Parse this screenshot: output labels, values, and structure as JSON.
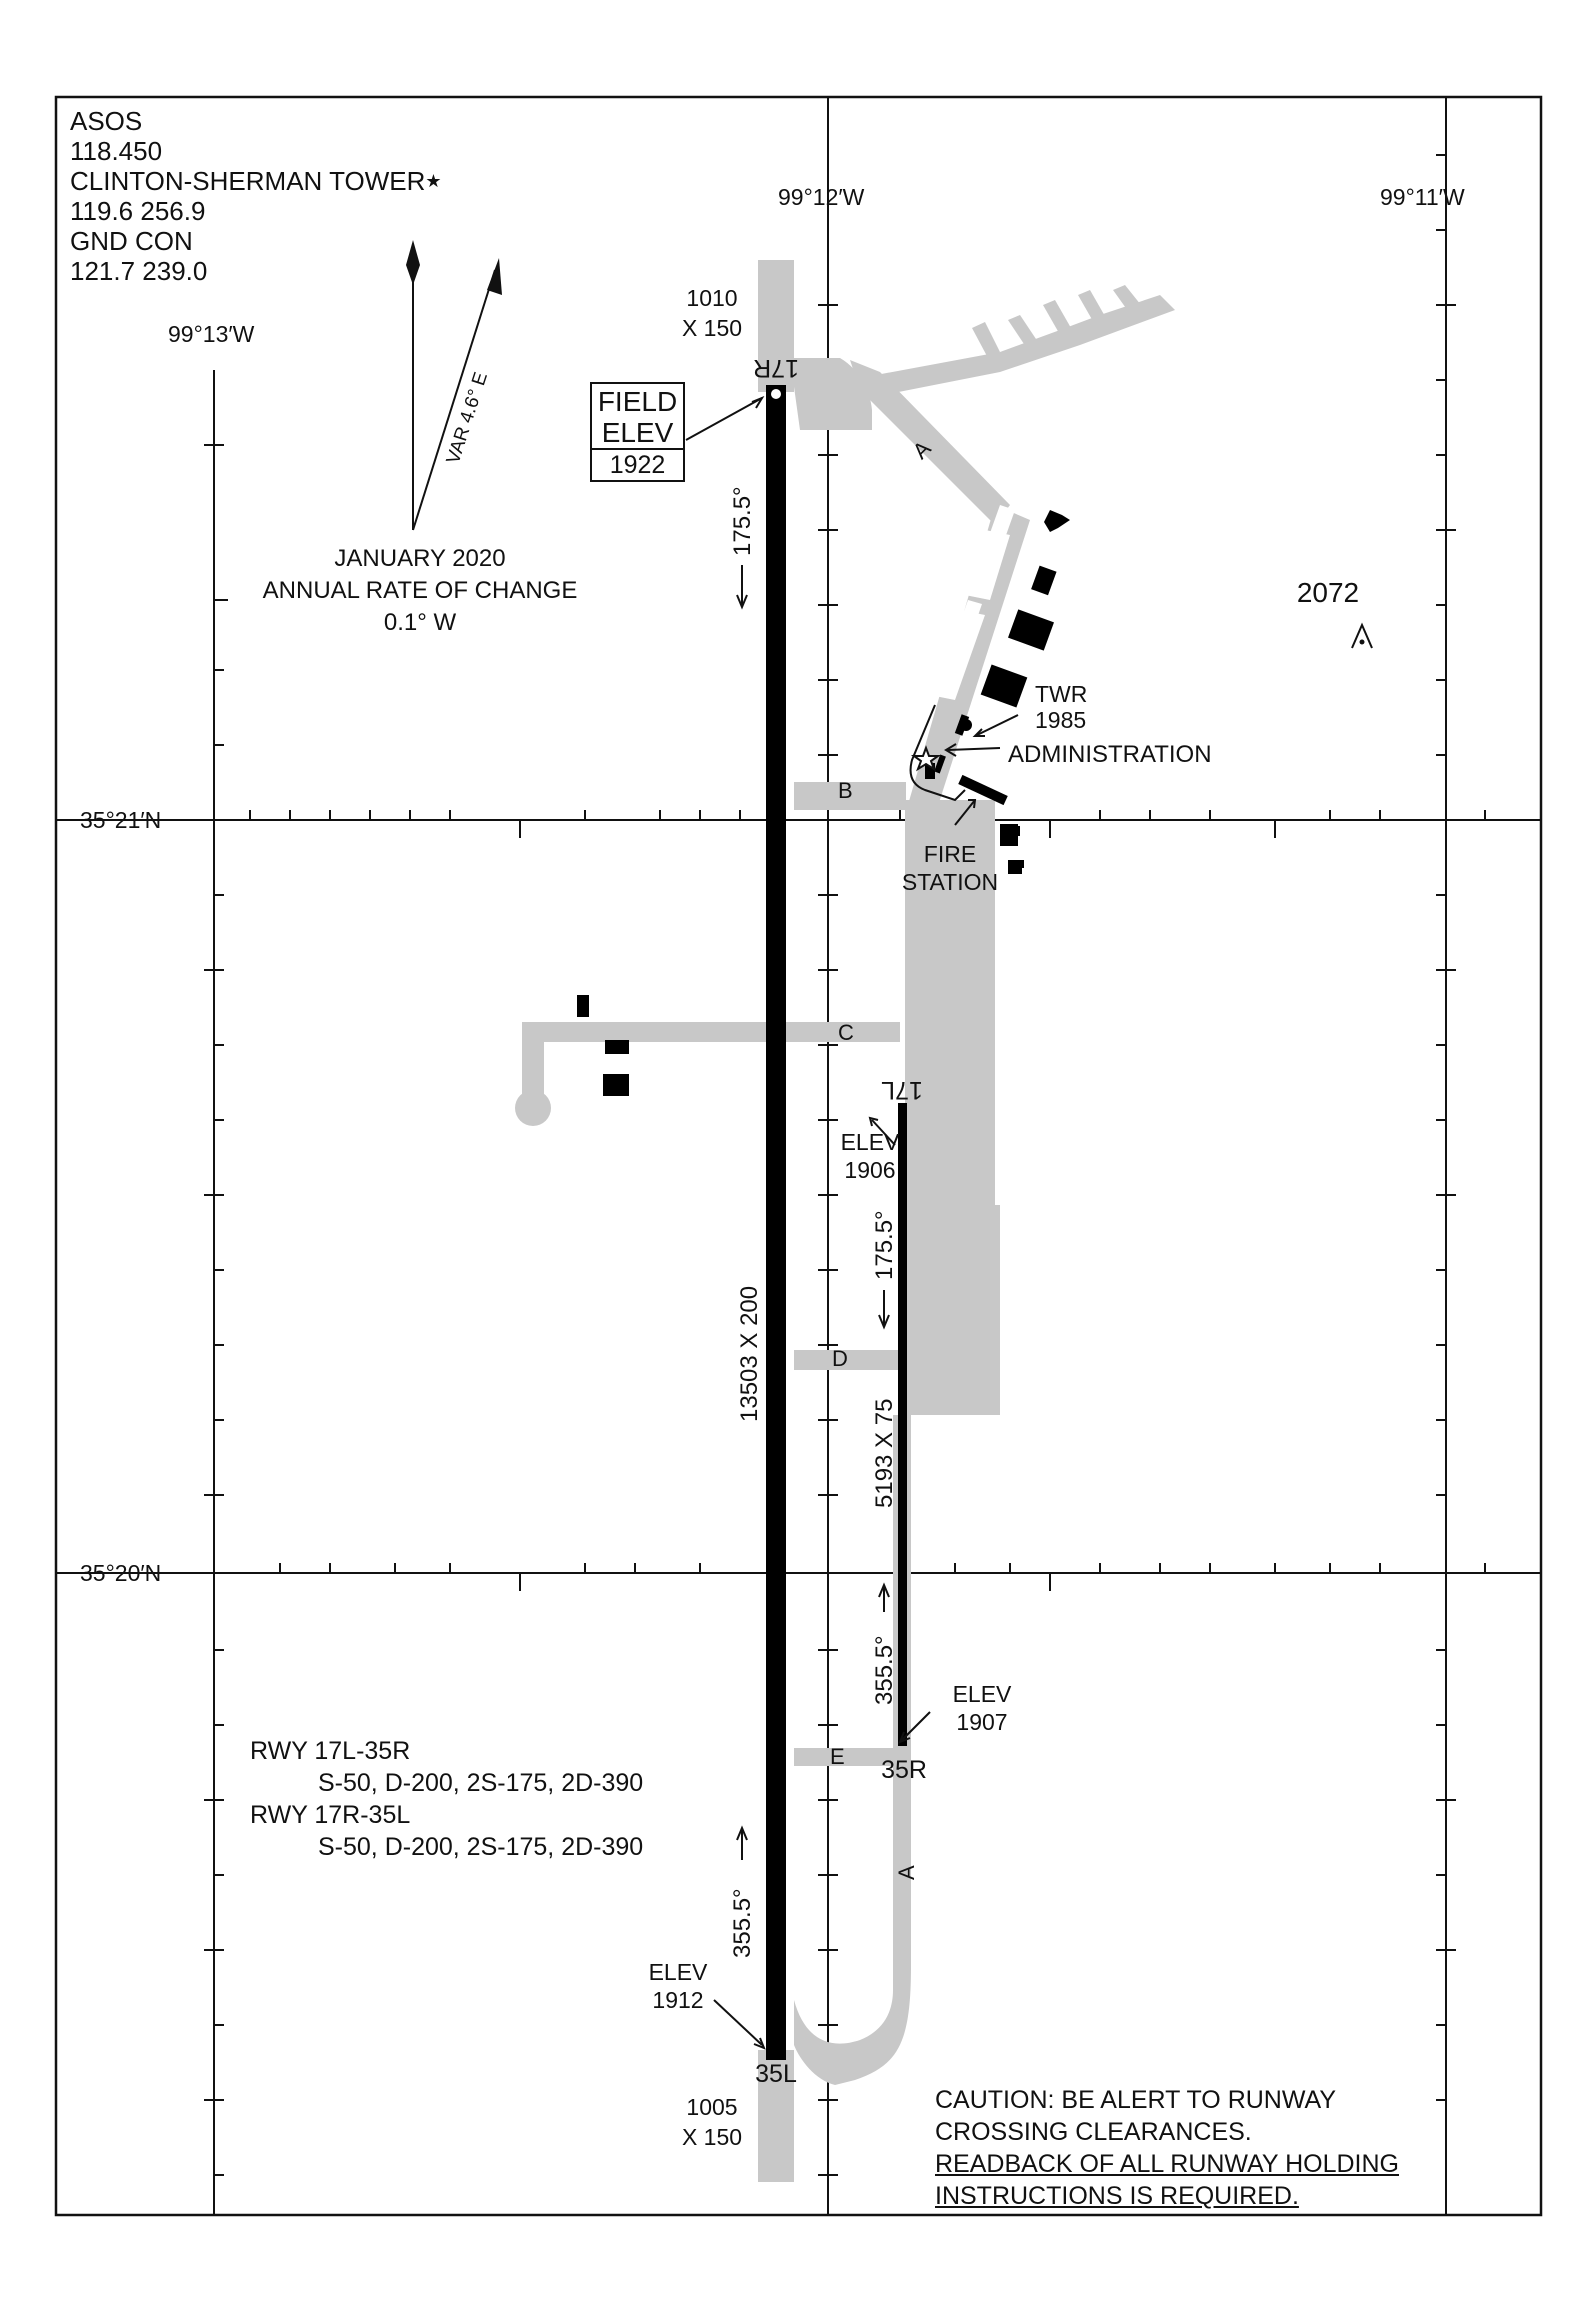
{
  "frequencies": {
    "asos_label": "ASOS",
    "asos_freq": "118.450",
    "tower_label": "CLINTON-SHERMAN TOWER",
    "tower_freq": "119.6  256.9",
    "gnd_label": "GND CON",
    "gnd_freq": "121.7  239.0"
  },
  "grid": {
    "lon_left": "99°13′W",
    "lon_mid": "99°12′W",
    "lon_right": "99°11′W",
    "lat_upper": "35°21′N",
    "lat_lower": "35°20′N"
  },
  "magnetic": {
    "var_label": "VAR 4.6° E",
    "date": "JANUARY 2020",
    "rate_title": "ANNUAL RATE OF CHANGE",
    "rate_value": "0.1° W"
  },
  "runway_17r_35l": {
    "north_end": "17R",
    "south_end": "35L",
    "dimensions": "13503 X 200",
    "heading_south": "175.5°",
    "heading_north": "355.5°",
    "overrun_north": "1010\nX 150",
    "overrun_north_1": "1010",
    "overrun_north_2": "X 150",
    "overrun_south_1": "1005",
    "overrun_south_2": "X 150",
    "field_elev_1": "FIELD",
    "field_elev_2": "ELEV",
    "field_elev_value": "1922",
    "south_elev_label": "ELEV",
    "south_elev_value": "1912"
  },
  "runway_17l_35r": {
    "north_end": "17L",
    "south_end": "35R",
    "dimensions": "5193 X 75",
    "heading_south": "175.5°",
    "heading_north": "355.5°",
    "north_elev_label": "ELEV",
    "north_elev_value": "1906",
    "south_elev_label": "ELEV",
    "south_elev_value": "1907"
  },
  "taxiways": [
    "A",
    "B",
    "C",
    "D",
    "E",
    "A"
  ],
  "facilities": {
    "twr_label": "TWR",
    "twr_elev": "1985",
    "admin_label": "ADMINISTRATION",
    "fire_1": "FIRE",
    "fire_2": "STATION",
    "obstacle_elev": "2072"
  },
  "weight_bearing": {
    "rwy1_label": "RWY 17L-35R",
    "rwy1_values": "S-50, D-200, 2S-175, 2D-390",
    "rwy2_label": "RWY 17R-35L",
    "rwy2_values": "S-50, D-200, 2S-175, 2D-390"
  },
  "caution": {
    "line1": "CAUTION:  BE ALERT TO RUNWAY",
    "line2": "CROSSING CLEARANCES.",
    "line3": "READBACK OF ALL RUNWAY HOLDING",
    "line4": "INSTRUCTIONS IS REQUIRED."
  },
  "colors": {
    "pavement": "#c8c8c8",
    "runway": "#000000",
    "lines": "#111111"
  }
}
